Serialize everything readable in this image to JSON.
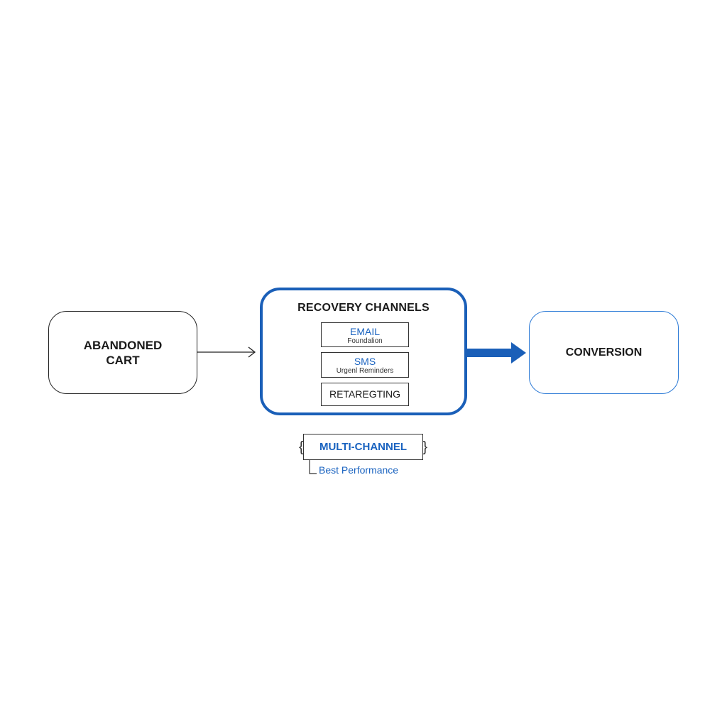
{
  "nodes": {
    "abandoned_cart": "ABANDONED CART",
    "recovery_channels": {
      "title": "RECOVERY CHANNELS",
      "channels": [
        {
          "name": "EMAIL",
          "description": "Foundalion"
        },
        {
          "name": "SMS",
          "description": "Urgenl Reminders"
        },
        {
          "name": "RETAREGTING",
          "description": ""
        }
      ]
    },
    "conversion": "CONVERSION"
  },
  "annotation": {
    "label": "MULTI-CHANNEL",
    "note": "Best Performance"
  },
  "colors": {
    "accent": "#1a5fb8",
    "text": "#1a1a1a",
    "border": "#222222"
  }
}
